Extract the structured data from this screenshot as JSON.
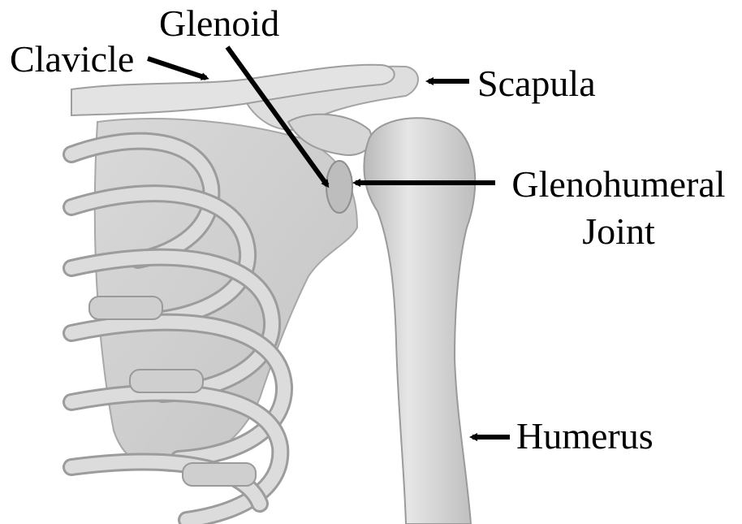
{
  "labels": {
    "clavicle": "Clavicle",
    "glenoid": "Glenoid",
    "scapula": "Scapula",
    "glenohumeral_line1": "Glenohumeral",
    "glenohumeral_line2": "Joint",
    "humerus": "Humerus"
  },
  "colors": {
    "background": "#ffffff",
    "bone_light": "#e4e4e4",
    "bone_mid": "#c8c8c8",
    "bone_dark": "#9a9a9a",
    "arrow": "#000000"
  }
}
